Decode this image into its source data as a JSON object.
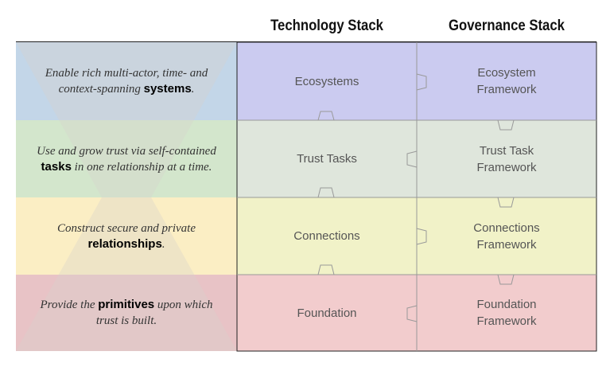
{
  "headers": {
    "technology": "Technology Stack",
    "governance": "Governance Stack"
  },
  "layers": [
    {
      "desc_pre": "Enable rich multi-actor, time- and context-spanning ",
      "desc_bold": "systems",
      "desc_post": ".",
      "technology": "Ecosystems",
      "governance_line1": "Ecosystem",
      "governance_line2": "Framework",
      "colors": {
        "band": "#c3d6e8",
        "tech": "#cbcbf0",
        "gov": "#cbcbf0"
      }
    },
    {
      "desc_pre": "Use and grow trust via self-contained ",
      "desc_bold": "tasks",
      "desc_post": " in one relationship at a time.",
      "technology": "Trust Tasks",
      "governance_line1": "Trust Task",
      "governance_line2": "Framework",
      "colors": {
        "band": "#d3e6cc",
        "tech": "#dfe6dc",
        "gov": "#dfe6dc"
      }
    },
    {
      "desc_pre": "Construct secure and private ",
      "desc_bold": "relationships",
      "desc_post": ".",
      "technology": "Connections",
      "governance_line1": "Connections",
      "governance_line2": "Framework",
      "colors": {
        "band": "#fbeec4",
        "tech": "#f1f2c8",
        "gov": "#f1f2c8"
      }
    },
    {
      "desc_pre": "Provide the ",
      "desc_bold": "primitives",
      "desc_post": " upon which trust is built.",
      "technology": "Foundation",
      "governance_line1": "Foundation",
      "governance_line2": "Framework",
      "colors": {
        "band": "#e8c3c6",
        "tech": "#f2cccd",
        "gov": "#f2cccd"
      }
    }
  ],
  "colors": {
    "funnel_overlay": "#d8d2cc",
    "grid_line": "#222222",
    "divider": "#999999"
  }
}
